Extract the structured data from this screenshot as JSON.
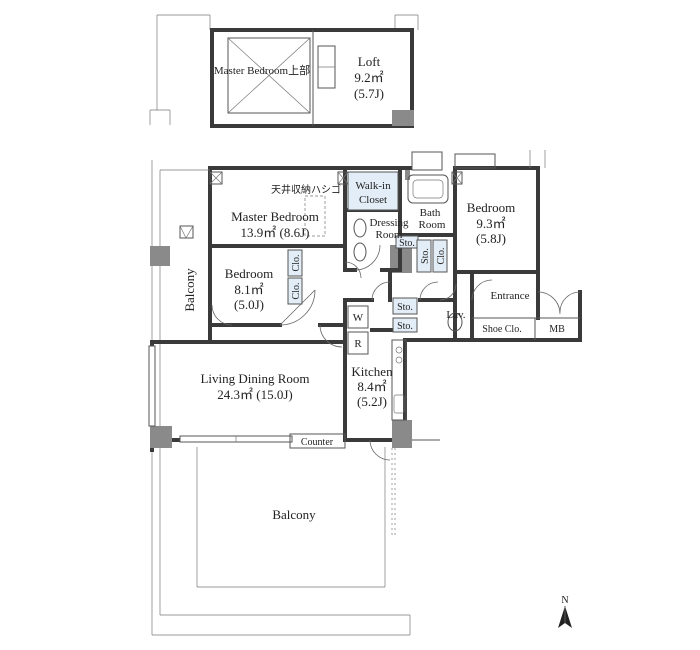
{
  "rooms": {
    "loft_upper": {
      "name": "Master Bedroom上部"
    },
    "loft": {
      "name": "Loft",
      "area": "9.2㎡",
      "jou": "(5.7J)"
    },
    "master_bedroom": {
      "name": "Master Bedroom",
      "area_jou": "13.9㎡ (8.6J)"
    },
    "ceiling_storage": {
      "name": "天井収納ハシゴ"
    },
    "walk_in_closet": {
      "line1": "Walk-in",
      "line2": "Closet"
    },
    "dressing_room": {
      "line1": "Dressing",
      "line2": "Room"
    },
    "bath_room": {
      "line1": "Bath",
      "line2": "Room"
    },
    "bedroom_east": {
      "name": "Bedroom",
      "area": "9.3㎡",
      "jou": "(5.8J)"
    },
    "bedroom_west": {
      "name": "Bedroom",
      "area": "8.1㎡",
      "jou": "(5.0J)"
    },
    "balcony_side": {
      "name": "Balcony"
    },
    "living_dining": {
      "name": "Living Dining Room",
      "area_jou": "24.3㎡ (15.0J)"
    },
    "kitchen": {
      "name": "Kitchen",
      "area": "8.4㎡",
      "jou": "(5.2J)"
    },
    "counter": {
      "name": "Counter"
    },
    "balcony_main": {
      "name": "Balcony"
    },
    "entrance": {
      "name": "Entrance"
    },
    "shoe_closet": {
      "name": "Shoe Clo."
    },
    "meter_box": {
      "name": "MB"
    },
    "lavatory": {
      "name": "Lav."
    }
  },
  "closets": {
    "sto_dressing": "Sto.",
    "sto_vertical": "Sto.",
    "clo_bath": "Clo.",
    "clo_bedroom_top": "Clo.",
    "clo_bedroom_bottom": "Clo.",
    "sto_hall_upper": "Sto.",
    "sto_hall_lower": "Sto."
  },
  "appliances": {
    "washer": "W",
    "refrigerator": "R"
  },
  "compass": {
    "north": "N",
    "icon": "north-arrow-icon"
  }
}
